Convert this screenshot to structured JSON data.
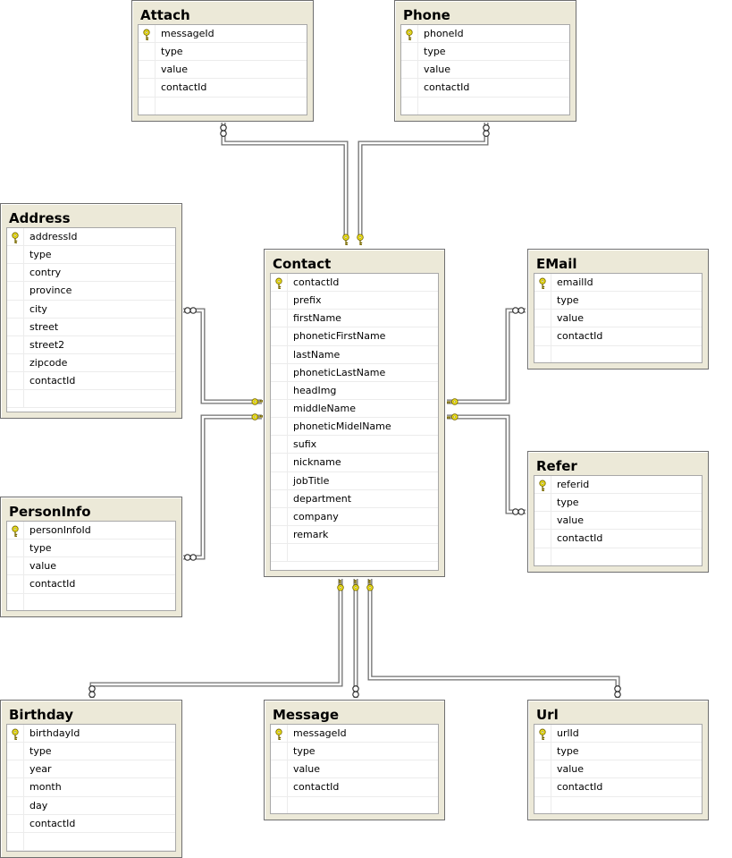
{
  "diagram": {
    "tables": [
      {
        "id": "attach",
        "title": "Attach",
        "columns": [
          {
            "name": "messageId",
            "pk": true
          },
          {
            "name": "type"
          },
          {
            "name": "value"
          },
          {
            "name": "contactId"
          }
        ]
      },
      {
        "id": "phone",
        "title": "Phone",
        "columns": [
          {
            "name": "phoneId",
            "pk": true
          },
          {
            "name": "type"
          },
          {
            "name": "value"
          },
          {
            "name": "contactId"
          }
        ]
      },
      {
        "id": "address",
        "title": "Address",
        "columns": [
          {
            "name": "addressId",
            "pk": true
          },
          {
            "name": "type"
          },
          {
            "name": "contry"
          },
          {
            "name": "province"
          },
          {
            "name": "city"
          },
          {
            "name": "street"
          },
          {
            "name": "street2"
          },
          {
            "name": "zipcode"
          },
          {
            "name": "contactId"
          }
        ]
      },
      {
        "id": "contact",
        "title": "Contact",
        "columns": [
          {
            "name": "contactId",
            "pk": true
          },
          {
            "name": "prefix"
          },
          {
            "name": "firstName"
          },
          {
            "name": "phoneticFirstName"
          },
          {
            "name": "lastName"
          },
          {
            "name": "phoneticLastName"
          },
          {
            "name": "headImg"
          },
          {
            "name": "middleName"
          },
          {
            "name": "phoneticMidelName"
          },
          {
            "name": "sufix"
          },
          {
            "name": "nickname"
          },
          {
            "name": "jobTitle"
          },
          {
            "name": "department"
          },
          {
            "name": "company"
          },
          {
            "name": "remark"
          }
        ]
      },
      {
        "id": "email",
        "title": "EMail",
        "columns": [
          {
            "name": "emailId",
            "pk": true
          },
          {
            "name": "type"
          },
          {
            "name": "value"
          },
          {
            "name": "contactId"
          }
        ]
      },
      {
        "id": "personinfo",
        "title": "PersonInfo",
        "columns": [
          {
            "name": "personInfoId",
            "pk": true
          },
          {
            "name": "type"
          },
          {
            "name": "value"
          },
          {
            "name": "contactId"
          }
        ]
      },
      {
        "id": "refer",
        "title": "Refer",
        "columns": [
          {
            "name": "referid",
            "pk": true
          },
          {
            "name": "type"
          },
          {
            "name": "value"
          },
          {
            "name": "contactId"
          }
        ]
      },
      {
        "id": "birthday",
        "title": "Birthday",
        "columns": [
          {
            "name": "birthdayId",
            "pk": true
          },
          {
            "name": "type"
          },
          {
            "name": "year"
          },
          {
            "name": "month"
          },
          {
            "name": "day"
          },
          {
            "name": "contactId"
          }
        ]
      },
      {
        "id": "message",
        "title": "Message",
        "columns": [
          {
            "name": "messageId",
            "pk": true
          },
          {
            "name": "type"
          },
          {
            "name": "value"
          },
          {
            "name": "contactId"
          }
        ]
      },
      {
        "id": "url",
        "title": "Url",
        "columns": [
          {
            "name": "urlId",
            "pk": true
          },
          {
            "name": "type"
          },
          {
            "name": "value"
          },
          {
            "name": "contactId"
          }
        ]
      }
    ],
    "relationships": [
      {
        "from": "attach",
        "to": "contact",
        "from_end": "many",
        "to_end": "key"
      },
      {
        "from": "phone",
        "to": "contact",
        "from_end": "many",
        "to_end": "key"
      },
      {
        "from": "address",
        "to": "contact",
        "from_end": "many",
        "to_end": "key"
      },
      {
        "from": "personinfo",
        "to": "contact",
        "from_end": "many",
        "to_end": "key"
      },
      {
        "from": "email",
        "to": "contact",
        "from_end": "many",
        "to_end": "key"
      },
      {
        "from": "refer",
        "to": "contact",
        "from_end": "many",
        "to_end": "key"
      },
      {
        "from": "birthday",
        "to": "contact",
        "from_end": "many",
        "to_end": "key"
      },
      {
        "from": "message",
        "to": "contact",
        "from_end": "many",
        "to_end": "key"
      },
      {
        "from": "url",
        "to": "contact",
        "from_end": "many",
        "to_end": "key"
      }
    ],
    "colors": {
      "table_fill": "#ece9d8",
      "grid_fill": "#ffffff",
      "line": "#6f6f6f",
      "key": "#f2e619",
      "key_outline": "#7a6a00"
    },
    "icons": {
      "primary_key": "key-icon",
      "one_end": "key-icon",
      "many_end": "infinity-icon"
    }
  }
}
